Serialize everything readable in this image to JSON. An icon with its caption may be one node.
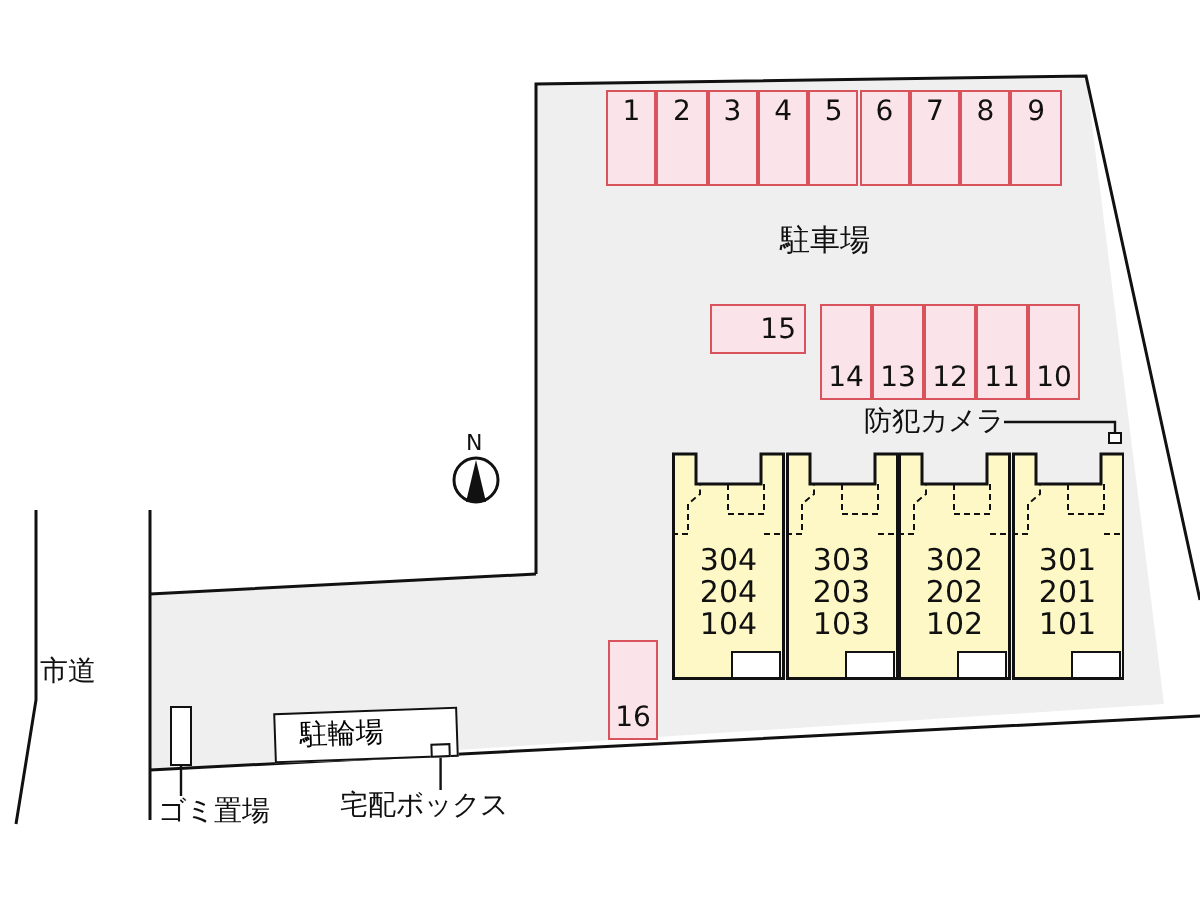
{
  "diagram": {
    "nodes": [
      {
        "text": [
          "1"
        ]
      },
      {
        "text": [
          "2"
        ]
      },
      {
        "text": [
          "3"
        ]
      },
      {
        "text": [
          "4"
        ]
      },
      {
        "text": [
          "5"
        ]
      },
      {
        "text": [
          "6"
        ]
      },
      {
        "text": [
          "7"
        ]
      },
      {
        "text": [
          "8"
        ]
      },
      {
        "text": [
          "9"
        ]
      },
      {
        "text": [
          "15"
        ]
      },
      {
        "text": [
          "14"
        ]
      },
      {
        "text": [
          "13"
        ]
      },
      {
        "text": [
          "12"
        ]
      },
      {
        "text": [
          "11"
        ]
      },
      {
        "text": [
          "10"
        ]
      },
      {
        "text": [
          "304 204 104"
        ]
      },
      {
        "text": [
          "303 203 103"
        ]
      },
      {
        "text": [
          "302 202 102"
        ]
      },
      {
        "text": [
          "301 201 101"
        ]
      },
      {
        "text": [
          "16"
        ]
      },
      {
        "text": [
          "駐輪場"
        ]
      },
      {
        "text": [],
        "shape": "box"
      },
      {
        "text": [
          "ゴミ置場"
        ]
      },
      {
        "text": [],
        "shape": "box",
        "in": 20
      },
      {
        "text": [
          "宅配ボックス"
        ]
      },
      {
        "text": [],
        "shape": "box"
      },
      {
        "text": [
          "防犯カメラ"
        ]
      }
    ],
    "edges": [
      {
        "from": 22,
        "to": 21,
        "arrow": "none"
      },
      {
        "from": 24,
        "to": 23,
        "arrow": "none"
      },
      {
        "from": 26,
        "to": 25,
        "arrow": "none"
      }
    ],
    "labels": [
      "駐車場",
      "N",
      "市道"
    ]
  }
}
